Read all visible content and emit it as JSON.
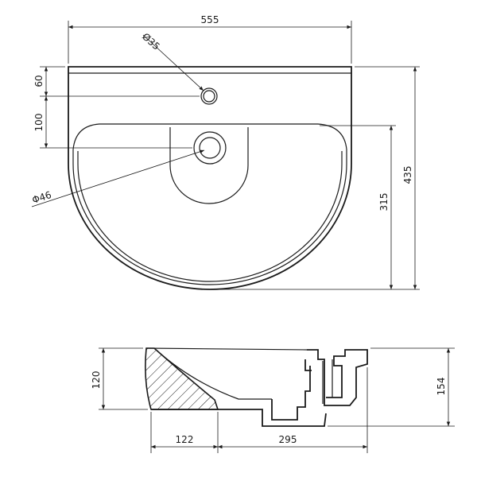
{
  "top_view": {
    "width": "555",
    "tap_hole_diameter": "Ø35",
    "tap_offset": "60",
    "drain_offset": "100",
    "drain_diameter": "Φ46",
    "bowl_depth": "315",
    "total_depth": "435"
  },
  "section_view": {
    "height": "120",
    "overall_height": "154",
    "front_depth": "122",
    "rear_depth": "295"
  }
}
